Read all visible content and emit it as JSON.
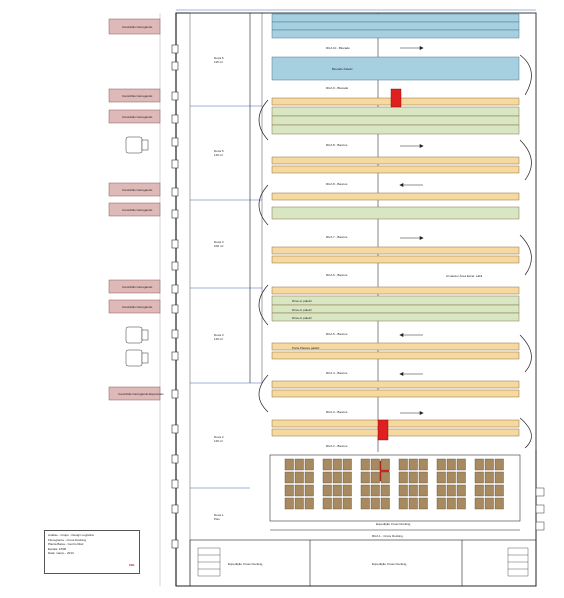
{
  "docks": [
    {
      "label": "Doca 6",
      "area": "115 m²"
    },
    {
      "label": "Doca 5",
      "area": "115 m²"
    },
    {
      "label": "Doca 4",
      "area": "100 m²"
    },
    {
      "label": "Doca 3",
      "area": "115 m²"
    },
    {
      "label": "Doca 2",
      "area": "115 m²"
    },
    {
      "label": "Doca 1",
      "area": "Piso"
    }
  ],
  "streets": [
    "RUA 10 - Blocado",
    "RUA 9 - Blocado",
    "RUA 8 - Bancos",
    "RUA 8 - Bancos",
    "RUA 7 - Bancos",
    "RUA 6 - Bancos",
    "RUA 5 - Bancos",
    "RUA 4 - Bancos",
    "RUA 3 - Bancos",
    "RUA 2 - Bancos"
  ],
  "rack_labels": {
    "blocado": "Blocado Paletiz",
    "armazem": "Armazém Área Excel. Lábil",
    "drive1": "Drive-in paletiz",
    "drive2": "Drive-in paletiz",
    "drive3": "Drive-in paletiz",
    "porta": "Porta Paletes paletiz"
  },
  "cross_docking": {
    "area": "Expedição Cross Docking",
    "street": "RUA 1 - Cross Docking",
    "left": "Expedição Cross Docking",
    "right": "Expedição Cross Docking"
  },
  "trucks": [
    "Caminhão Carregando",
    "Caminhão Carregando",
    "Caminhão Carregando",
    "Caminhão Carregando",
    "Caminhão Carregando",
    "Caminhão Carregando",
    "Caminhão Carregando",
    "Caminhão Carregando Esperando"
  ],
  "legend": {
    "lines": [
      "Análise - Grupo - Design Logística",
      "Fluxograma - Cross Docking",
      "Planta Baixa - Centro Distr.",
      "Escala: 1/500",
      "Data: março - 2013"
    ],
    "logo": "CDL"
  },
  "colors": {
    "blue": "#a6cfe0",
    "orange": "#f7d9a0",
    "green": "#d8e6c4",
    "pink": "#dfb8b8",
    "red": "#e02020",
    "brown": "#a88a60"
  }
}
